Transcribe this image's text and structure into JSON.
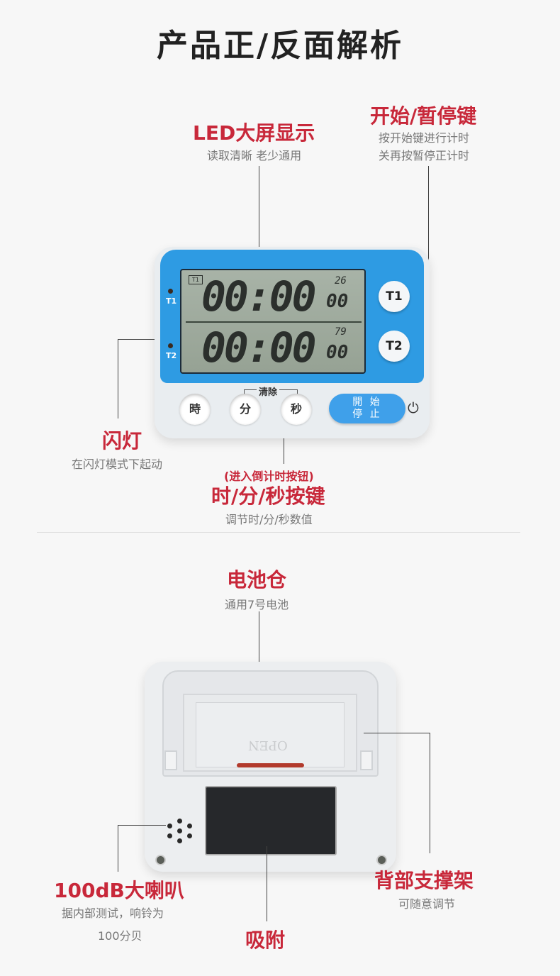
{
  "page_title": "产品正/反面解析",
  "front": {
    "led": {
      "title": "LED大屏显示",
      "sub": "读取清晰 老少通用"
    },
    "start_stop": {
      "title": "开始/暂停键",
      "sub1": "按开始键进行计时",
      "sub2": "关再按暂停正计时"
    },
    "flash": {
      "title": "闪灯",
      "sub": "在闪灯模式下起动"
    },
    "time_keys": {
      "note": "(进入倒计时按钮)",
      "title": "时/分/秒按键",
      "sub": "调节时/分/秒数值"
    },
    "device": {
      "lcd_icon": "T1",
      "timer1": "00:00",
      "timer1_sec": "00",
      "timer1_small": "26",
      "timer2": "00:00",
      "timer2_sec": "00",
      "timer2_small": "79",
      "led_t1": "T1",
      "led_t2": "T2",
      "btn_t1": "T1",
      "btn_t2": "T2",
      "btn_hour": "時",
      "btn_min": "分",
      "btn_sec": "秒",
      "clear_label": "清除",
      "start_line1": "開 始",
      "start_line2": "停 止",
      "power_symbol": "⏻"
    }
  },
  "back": {
    "battery": {
      "title": "电池仓",
      "sub": "通用7号电池"
    },
    "speaker": {
      "title": "100dB大喇叭",
      "sub1": "据内部测试，响铃为",
      "sub2": "100分贝"
    },
    "stand": {
      "title": "背部支撑架",
      "sub": "可随意调节"
    },
    "magnet": {
      "title": "吸附"
    },
    "cover_text": "OPEN"
  },
  "colors": {
    "accent_red": "#c8283a",
    "device_blue": "#2e9be3"
  }
}
